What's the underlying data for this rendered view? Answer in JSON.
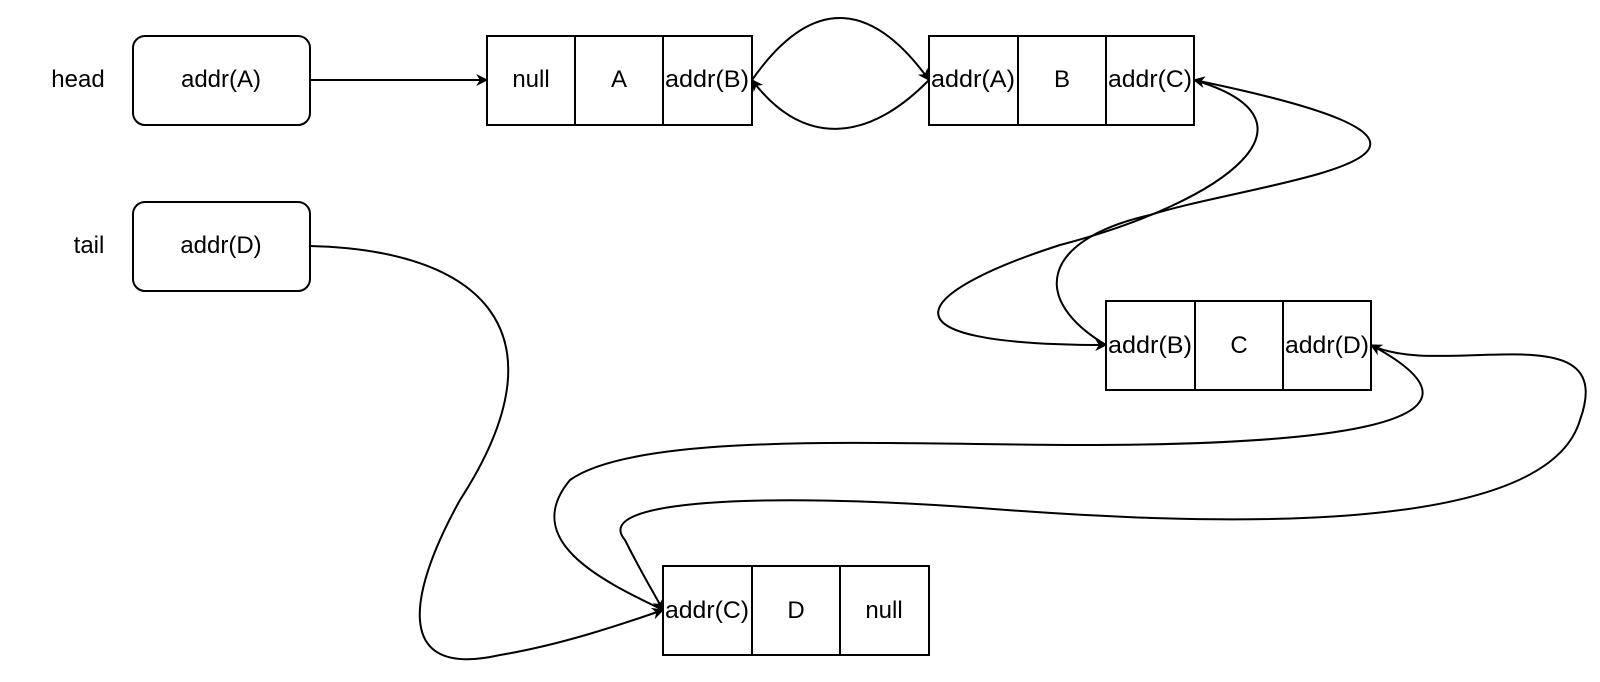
{
  "pointers": {
    "head": {
      "label": "head",
      "value": "addr(A)"
    },
    "tail": {
      "label": "tail",
      "value": "addr(D)"
    }
  },
  "nodes": {
    "A": {
      "prev": "null",
      "data": "A",
      "next": "addr(B)"
    },
    "B": {
      "prev": "addr(A)",
      "data": "B",
      "next": "addr(C)"
    },
    "C": {
      "prev": "addr(B)",
      "data": "C",
      "next": "addr(D)"
    },
    "D": {
      "prev": "addr(C)",
      "data": "D",
      "next": "null"
    }
  },
  "colors": {
    "stroke": "#000000",
    "fill": "#ffffff",
    "text": "#000000"
  }
}
